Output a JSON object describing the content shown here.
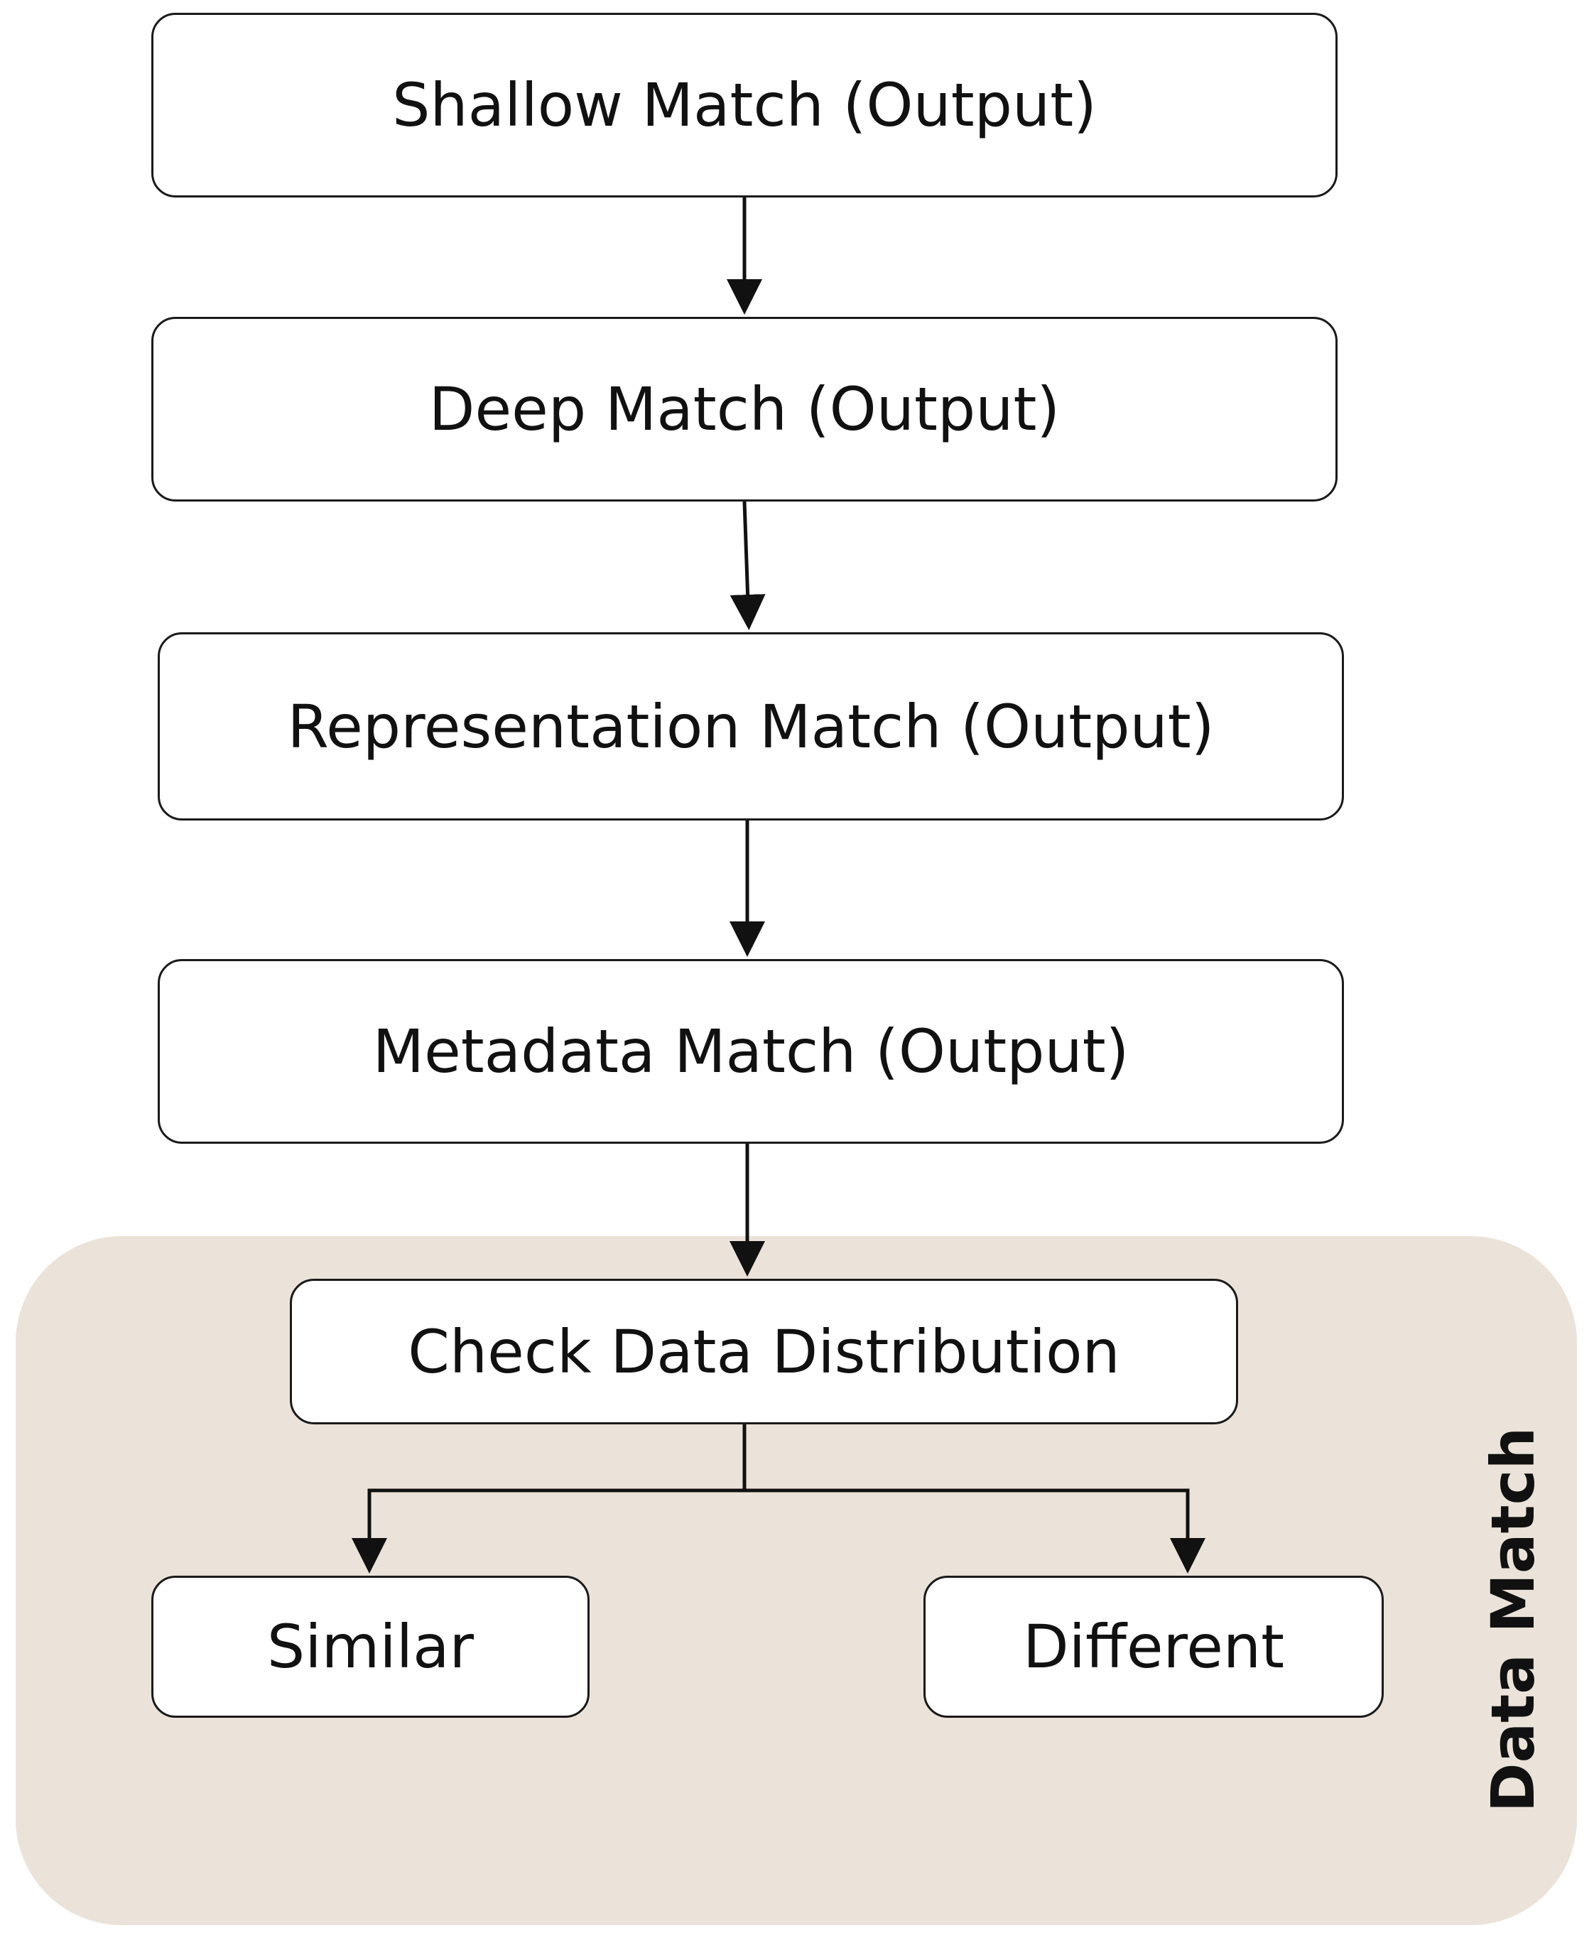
{
  "nodes": {
    "shallow_match": "Shallow Match (Output)",
    "deep_match": "Deep Match (Output)",
    "representation_match": "Representation Match (Output)",
    "metadata_match": "Metadata Match (Output)",
    "check_data_distribution": "Check Data Distribution",
    "similar": "Similar",
    "different": "Different"
  },
  "region": {
    "label": "Data Match",
    "color": "#ebe3d9"
  },
  "edges": [
    {
      "from": "shallow_match",
      "to": "deep_match"
    },
    {
      "from": "deep_match",
      "to": "representation_match"
    },
    {
      "from": "representation_match",
      "to": "metadata_match"
    },
    {
      "from": "metadata_match",
      "to": "check_data_distribution"
    },
    {
      "from": "check_data_distribution",
      "to": "similar"
    },
    {
      "from": "check_data_distribution",
      "to": "different"
    }
  ]
}
